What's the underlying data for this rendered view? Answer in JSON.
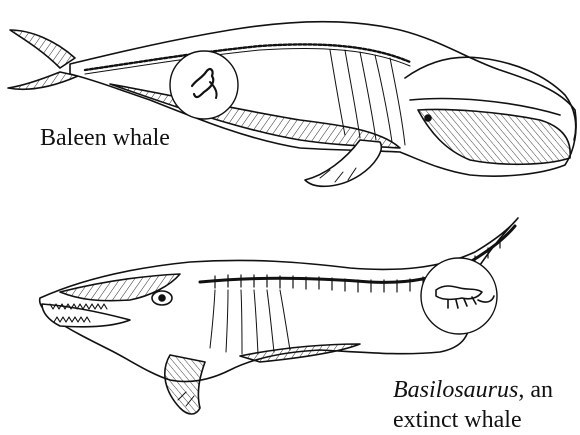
{
  "labels": {
    "baleen": "Baleen whale",
    "basilosaurus_name": "Basilosaurus",
    "basilosaurus_suffix": ", an",
    "basilosaurus_line2": "extinct whale"
  },
  "colors": {
    "ink": "#111111",
    "background": "#ffffff"
  },
  "icons": {
    "baleen_pelvis": "vestigial-pelvis-magnifier",
    "basilo_hindlimb": "hindlimb-bones-magnifier"
  }
}
